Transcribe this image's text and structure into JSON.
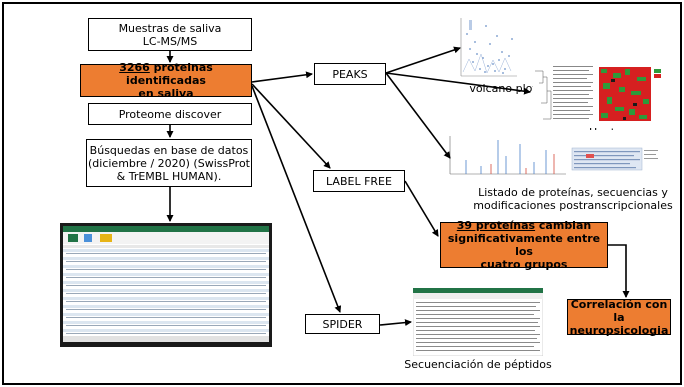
{
  "boxes": {
    "saliva": "Muestras de saliva\nLC-MS/MS",
    "identified_count": "3266",
    "identified_rest": " proteinas identificadas\nen saliva",
    "proteome": "Proteome discover",
    "search": "Búsquedas en base de datos\n(diciembre / 2020) (SwissProt\n& TrEMBL HUMAN).",
    "peaks": "PEAKS",
    "labelfree": "LABEL FREE",
    "spider": "SPIDER",
    "changed_count": "39 proteínas",
    "changed_rest": " cambian\nsignificativamente entre los\ncuatro grupos",
    "correlation": "Correlación con la\nneuropsicologia"
  },
  "labels": {
    "volcano": "volcano plot",
    "heatmap": "Heat map",
    "listing": "Listado de proteínas, secuencias y\nmodificaciones postranscripcionales",
    "sequencing": "Secuenciación de péptidos"
  },
  "colors": {
    "orange": "#ed7d31",
    "heat_red": "#d62020",
    "heat_green": "#2e9a3a",
    "excel_green": "#217346"
  }
}
